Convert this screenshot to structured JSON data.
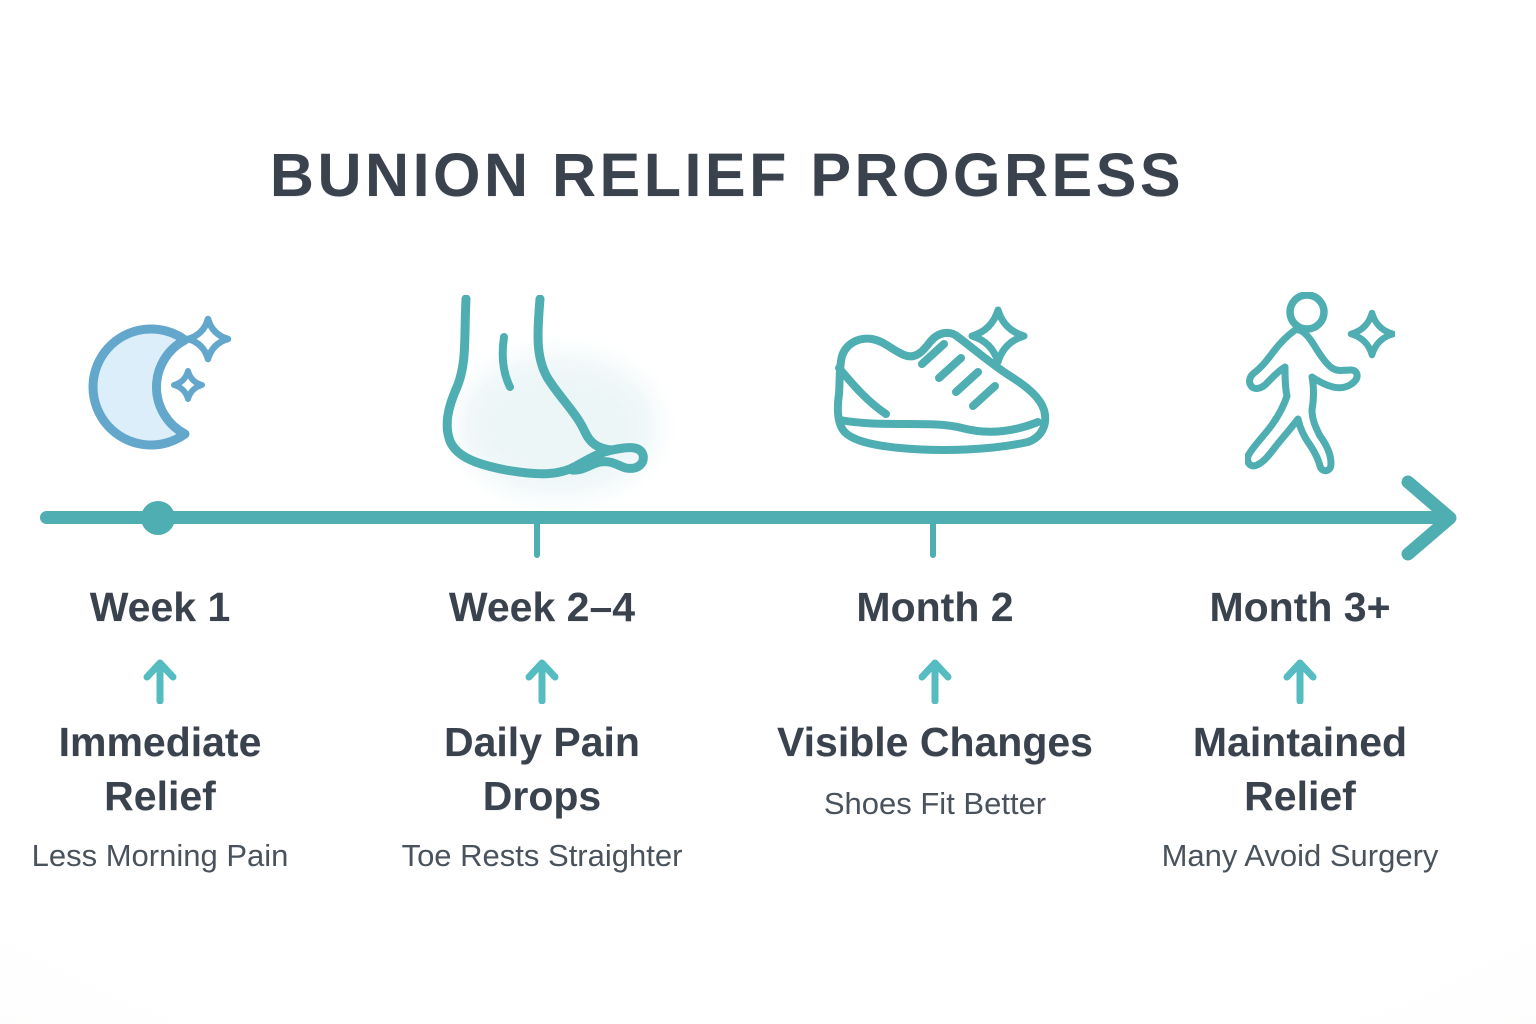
{
  "title": "BUNION RELIEF PROGRESS",
  "colors": {
    "teal": "#4FAEB2",
    "arrow_teal": "#55BCC1",
    "moon_blue": "#64A7CC",
    "moon_fill": "#DCEEF9",
    "icon_fill": "#E9F4F6",
    "heading": "#3A424D",
    "subtext": "#4A535C",
    "background": "#FEFEFE"
  },
  "timeline": {
    "direction": "left-to-right",
    "start_marker": "dot",
    "end_marker": "arrowhead",
    "tick_count": 2
  },
  "stages": [
    {
      "time": "Week 1",
      "icon": "moon-sparkles-icon",
      "benefit_lines": [
        "Immediate",
        "Relief"
      ],
      "detail": "Less Morning Pain"
    },
    {
      "time": "Week 2–4",
      "icon": "foot-icon",
      "benefit_lines": [
        "Daily Pain",
        "Drops"
      ],
      "detail": "Toe Rests Straighter"
    },
    {
      "time": "Month 2",
      "icon": "sneaker-sparkle-icon",
      "benefit_lines": [
        "Visible Changes"
      ],
      "detail": "Shoes Fit Better"
    },
    {
      "time": "Month 3+",
      "icon": "walking-person-sparkle-icon",
      "benefit_lines": [
        "Maintained",
        "Relief"
      ],
      "detail": "Many Avoid Surgery"
    }
  ]
}
